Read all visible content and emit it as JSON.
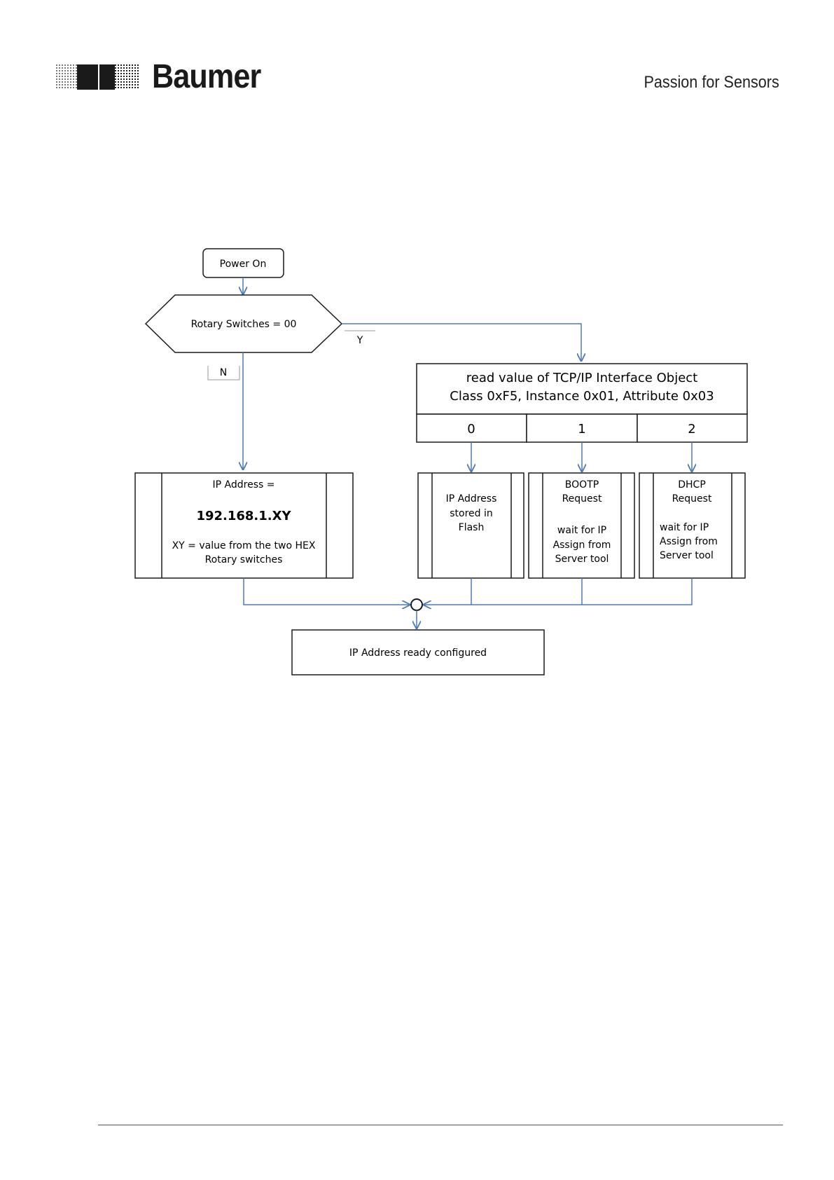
{
  "header": {
    "brand": "Baumer",
    "tagline": "Passion for Sensors"
  },
  "flowchart": {
    "start": "Power On",
    "decision": "Rotary Switches = 00",
    "branch_no": "N",
    "branch_yes": "Y",
    "read_box": {
      "line1": "read value of TCP/IP Interface Object",
      "line2": "Class 0xF5, Instance 0x01, Attribute 0x03"
    },
    "options": [
      "0",
      "1",
      "2"
    ],
    "ip_box": {
      "title": "IP Address =",
      "address": "192.168.1.XY",
      "desc1": "XY = value from the two HEX",
      "desc2": "Rotary switches"
    },
    "flash_box": [
      "IP Address",
      "stored in",
      "Flash"
    ],
    "bootp_box": [
      "BOOTP",
      "Request",
      "wait for IP",
      "Assign from",
      "Server tool"
    ],
    "dhcp_box": [
      "DHCP",
      "Request",
      "wait for IP",
      "Assign from",
      "Server tool"
    ],
    "end": "IP Address ready configured"
  },
  "colors": {
    "connector": "#4a7ab8",
    "box_border": "#1a1a1a"
  }
}
